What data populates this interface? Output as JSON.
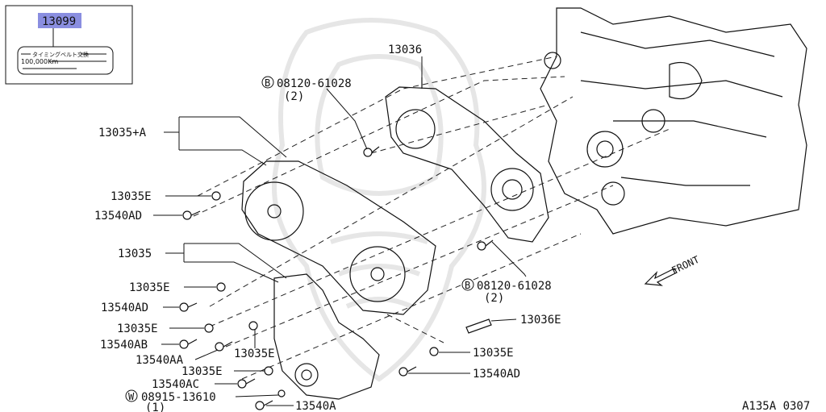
{
  "inset": {
    "part_no": "13099",
    "line1": "タイミングベルト交換",
    "line2": "100,000Km"
  },
  "parts": {
    "p13036": "13036",
    "b08120_top": "08120-61028",
    "b08120_top_qty": "(2)",
    "b08120_bot": "08120-61028",
    "b08120_bot_qty": "(2)",
    "b_symbol": "B",
    "w_symbol": "W",
    "p13035A": "13035+A",
    "p13035E_1": "13035E",
    "p13540AD_1": "13540AD",
    "p13035": "13035",
    "p13035E_2": "13035E",
    "p13540AD_2": "13540AD",
    "p13035E_3": "13035E",
    "p13540AB": "13540AB",
    "p13540AA": "13540AA",
    "p13035E_4": "13035E",
    "p13035E_5": "13035E",
    "p13540AC": "13540AC",
    "w08915": "08915-13610",
    "w08915_qty": "(1)",
    "p13540A": "13540A",
    "p13036E": "13036E",
    "p13035E_6": "13035E",
    "p13540AD_3": "13540AD",
    "front": "FRONT"
  },
  "footer": {
    "code": "A135A 0307"
  },
  "colors": {
    "highlight": "#8a8ee0",
    "line": "#111111"
  }
}
